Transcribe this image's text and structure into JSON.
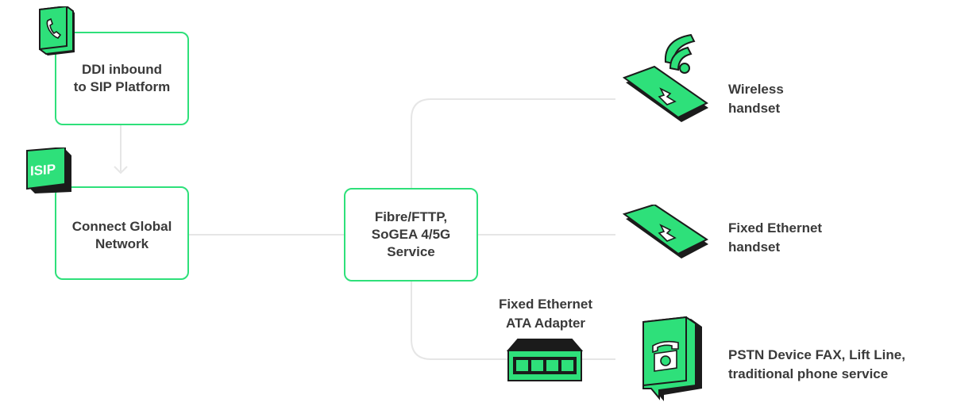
{
  "colors": {
    "accent": "#2ee07a",
    "line": "#e6e6e6",
    "text": "#3a3a3a",
    "outline": "#1b1b1b"
  },
  "nodes": {
    "ddi": "DDI inbound\nto SIP Platform",
    "connect": "Connect Global\nNetwork",
    "fibre": "Fibre/FTTP,\nSoGEA 4/5G\nService"
  },
  "devices": {
    "wireless": "Wireless\nhandset",
    "fixed_ethernet": "Fixed Ethernet\nhandset",
    "ata": "Fixed Ethernet\nATA Adapter",
    "pstn": "PSTN Device FAX, Lift Line,\ntraditional phone service"
  },
  "icons": {
    "ddi": "phone-icon",
    "isip_badge_text": "ISIP",
    "wireless": "wireless-handset-icon",
    "fixed": "ethernet-handset-icon",
    "ata": "ata-adapter-icon",
    "pstn": "pstn-phone-icon"
  }
}
